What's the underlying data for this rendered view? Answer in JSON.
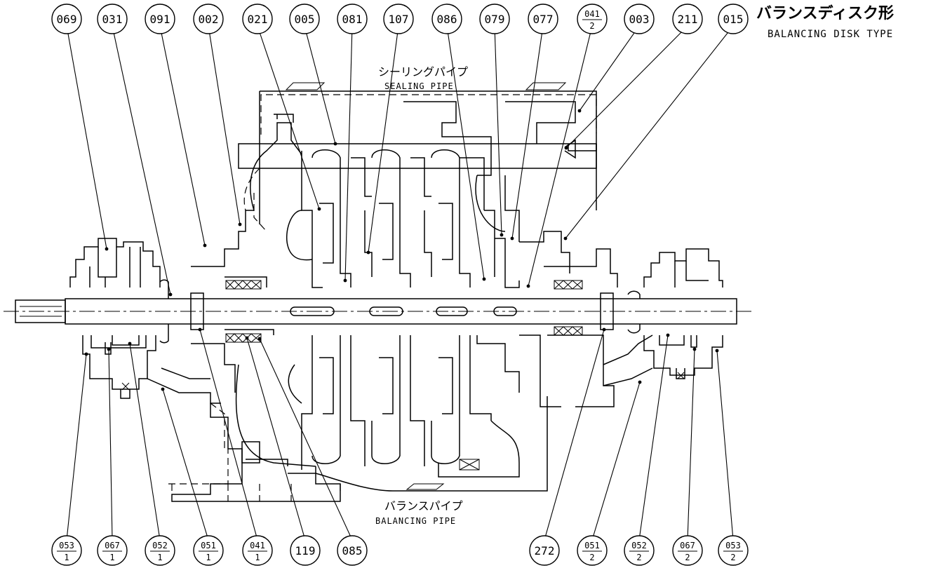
{
  "title": {
    "jp": "バランスディスク形",
    "en": "BALANCING DISK TYPE"
  },
  "labels": {
    "sealing_pipe": {
      "jp": "シーリングパイプ",
      "en": "SEALING PIPE"
    },
    "balancing_pipe": {
      "jp": "バランスパイプ",
      "en": "BALANCING PIPE"
    }
  },
  "top_callouts": [
    {
      "num": "069",
      "sub": ""
    },
    {
      "num": "031",
      "sub": ""
    },
    {
      "num": "091",
      "sub": ""
    },
    {
      "num": "002",
      "sub": ""
    },
    {
      "num": "021",
      "sub": ""
    },
    {
      "num": "005",
      "sub": ""
    },
    {
      "num": "081",
      "sub": ""
    },
    {
      "num": "107",
      "sub": ""
    },
    {
      "num": "086",
      "sub": ""
    },
    {
      "num": "079",
      "sub": ""
    },
    {
      "num": "077",
      "sub": ""
    },
    {
      "num": "041",
      "sub": "2"
    },
    {
      "num": "003",
      "sub": ""
    },
    {
      "num": "211",
      "sub": ""
    },
    {
      "num": "015",
      "sub": ""
    }
  ],
  "bottom_callouts": [
    {
      "num": "053",
      "sub": "1"
    },
    {
      "num": "067",
      "sub": "1"
    },
    {
      "num": "052",
      "sub": "1"
    },
    {
      "num": "051",
      "sub": "1"
    },
    {
      "num": "041",
      "sub": "1"
    },
    {
      "num": "119",
      "sub": ""
    },
    {
      "num": "085",
      "sub": ""
    },
    {
      "num": "272",
      "sub": ""
    },
    {
      "num": "051",
      "sub": "2"
    },
    {
      "num": "052",
      "sub": "2"
    },
    {
      "num": "067",
      "sub": "2"
    },
    {
      "num": "053",
      "sub": "2"
    }
  ]
}
